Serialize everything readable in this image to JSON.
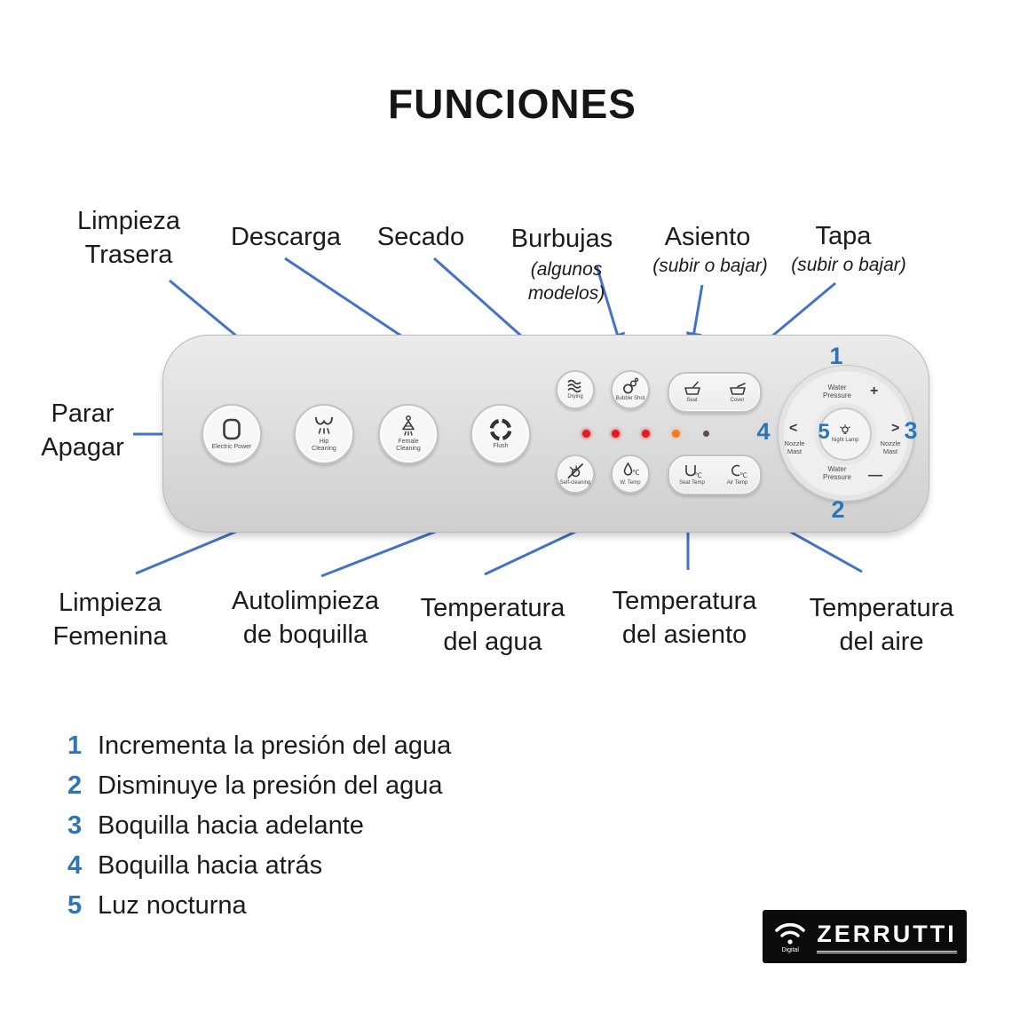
{
  "title": "FUNCIONES",
  "colors": {
    "arrow_blue": "#4472C4",
    "number_blue": "#2E75B6",
    "led_red": "#e41b21",
    "led_orange": "#ee7a2a",
    "led_off": "#5d4c49",
    "logo_bg": "#0b0b0b"
  },
  "callouts": {
    "parar": {
      "line1": "Parar",
      "line2": "Apagar"
    },
    "limpieza_trasera": {
      "line1": "Limpieza",
      "line2": "Trasera"
    },
    "descarga": {
      "label": "Descarga"
    },
    "secado": {
      "label": "Secado"
    },
    "burbujas": {
      "label": "Burbujas",
      "note1": "(algunos",
      "note2": "modelos)"
    },
    "asiento": {
      "label": "Asiento",
      "note": "(subir o bajar)"
    },
    "tapa": {
      "label": "Tapa",
      "note": "(subir o bajar)"
    },
    "limpieza_femenina": {
      "line1": "Limpieza",
      "line2": "Femenina"
    },
    "autolimpieza": {
      "line1": "Autolimpieza",
      "line2": "de boquilla"
    },
    "temp_agua": {
      "line1": "Temperatura",
      "line2": "del agua"
    },
    "temp_asiento": {
      "line1": "Temperatura",
      "line2": "del asiento"
    },
    "temp_aire": {
      "line1": "Temperatura",
      "line2": "del aire"
    }
  },
  "remote": {
    "buttons": {
      "electric_power": "Electric Power",
      "hip_cleaning": "Hip\nCleaning",
      "female_cleaning": "Female\nCleaning",
      "flush": "Flush",
      "drying": "Drying",
      "bubble_shot": "Bubble Shot",
      "seat": "Seat",
      "cover": "Cover",
      "self_cleaning": "Self-cleaning",
      "w_temp": "W. Temp",
      "seat_temp": "Seat Temp",
      "air_temp": "Air Temp"
    },
    "dpad": {
      "water_pressure_top": "Water\nPressure",
      "plus": "+",
      "water_pressure_bottom": "Water\nPressure",
      "minus": "—",
      "chevron_left": "<",
      "chevron_right": ">",
      "nozzle_left": "Nozzle\nMast",
      "nozzle_right": "Nozzle\nMast",
      "night_lamp": "Night Lamp"
    },
    "numbers": {
      "n1": "1",
      "n2": "2",
      "n3": "3",
      "n4": "4",
      "n5": "5"
    }
  },
  "legend": [
    {
      "num": "1",
      "text": "Incrementa la presión del agua"
    },
    {
      "num": "2",
      "text": "Disminuye la presión del agua"
    },
    {
      "num": "3",
      "text": "Boquilla hacia adelante"
    },
    {
      "num": "4",
      "text": "Boquilla hacia atrás"
    },
    {
      "num": "5",
      "text": "Luz nocturna"
    }
  ],
  "logo": {
    "brand": "ZERRUTTI",
    "sub": "Digital"
  }
}
